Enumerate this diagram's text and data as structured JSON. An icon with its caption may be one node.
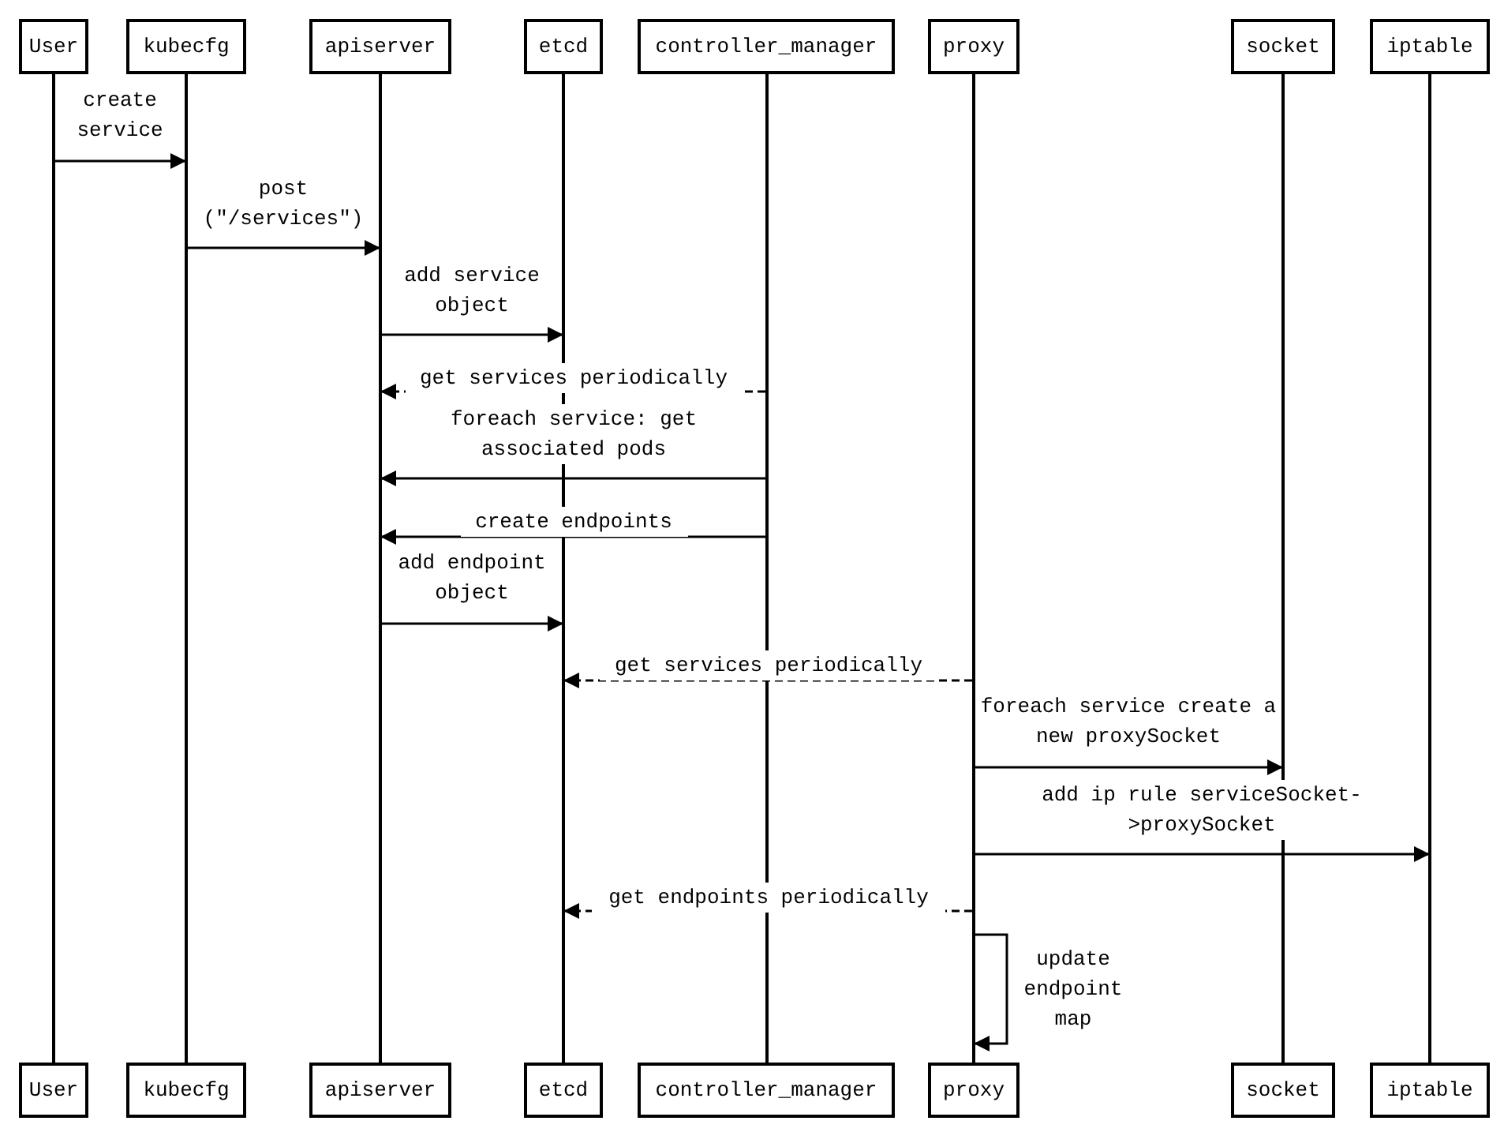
{
  "diagram": {
    "nodes": [
      {
        "text": [
          "User"
        ]
      },
      {
        "text": [
          "kubecfg"
        ]
      },
      {
        "text": [
          "apiserver"
        ]
      },
      {
        "text": [
          "etcd"
        ]
      },
      {
        "text": [
          "controller_manager"
        ]
      },
      {
        "text": [
          "proxy"
        ]
      },
      {
        "text": [
          "socket"
        ]
      },
      {
        "text": [
          "iptable"
        ]
      },
      {
        "text": [],
        "shape": "line"
      },
      {
        "text": [],
        "shape": "line"
      },
      {
        "text": [],
        "shape": "line"
      },
      {
        "text": [],
        "shape": "line"
      },
      {
        "text": [],
        "shape": "line"
      },
      {
        "text": [],
        "shape": "line"
      },
      {
        "text": [],
        "shape": "line"
      },
      {
        "text": [],
        "shape": "line"
      },
      {
        "text": [
          "User"
        ]
      },
      {
        "text": [
          "kubecfg"
        ]
      },
      {
        "text": [
          "apiserver"
        ]
      },
      {
        "text": [
          "etcd"
        ]
      },
      {
        "text": [
          "controller_manager"
        ]
      },
      {
        "text": [
          "proxy"
        ]
      },
      {
        "text": [
          "socket"
        ]
      },
      {
        "text": [
          "iptable"
        ]
      }
    ],
    "edges": [
      {
        "from": 8,
        "to": 9,
        "arrow": "to",
        "label": "create service"
      },
      {
        "from": 9,
        "to": 10,
        "arrow": "to",
        "label": "post (\"/services\")"
      },
      {
        "from": 10,
        "to": 11,
        "arrow": "to",
        "label": "add service object"
      },
      {
        "from": 12,
        "to": 10,
        "arrow": "to",
        "label": "get services periodically",
        "style": "dashed"
      },
      {
        "from": 12,
        "to": 10,
        "arrow": "to",
        "label": "foreach service: get associated pods"
      },
      {
        "from": 12,
        "to": 10,
        "arrow": "to",
        "label": "create endpoints"
      },
      {
        "from": 10,
        "to": 11,
        "arrow": "to",
        "label": "add endpoint object"
      },
      {
        "from": 13,
        "to": 11,
        "arrow": "to",
        "label": "get services periodically",
        "style": "dashed"
      },
      {
        "from": 13,
        "to": 14,
        "arrow": "to",
        "label": "foreach service create a new proxySocket"
      },
      {
        "from": 13,
        "to": 15,
        "arrow": "to",
        "label": "add ip rule serviceSocket->proxySocket"
      },
      {
        "from": 13,
        "to": 11,
        "arrow": "to",
        "label": "get endpoints periodically",
        "style": "dashed"
      },
      {
        "from": 13,
        "to": 13,
        "arrow": "to",
        "label": "update endpoint map"
      }
    ]
  }
}
